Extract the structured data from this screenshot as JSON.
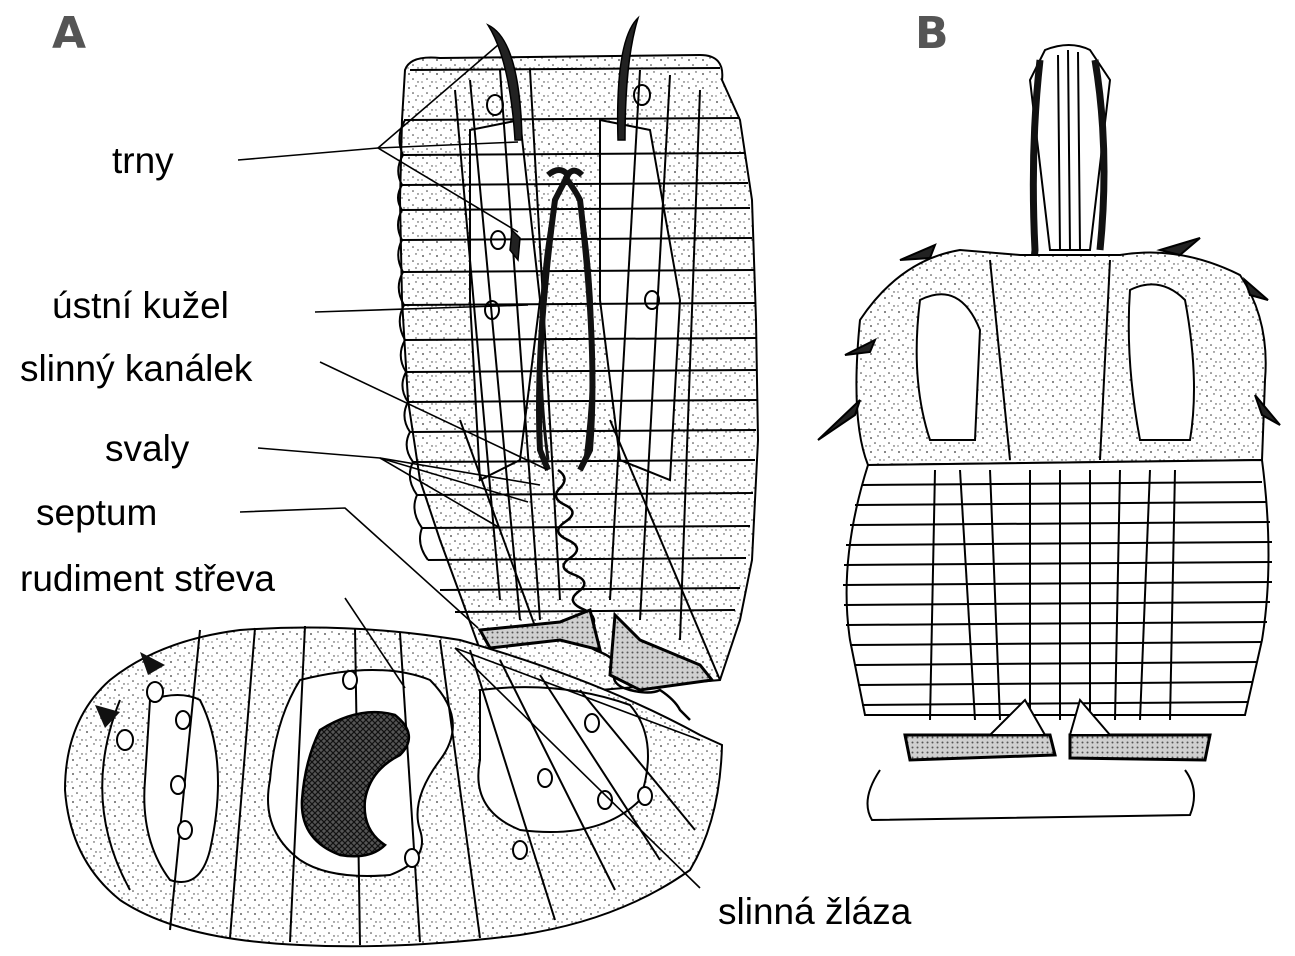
{
  "panels": {
    "a": "A",
    "b": "B"
  },
  "labels": {
    "trny": "trny",
    "ustni_kuzel": "ústní kužel",
    "slinny_kanalek": "slinný kanálek",
    "svaly": "svaly",
    "septum": "septum",
    "rudiment_streva": "rudiment střeva",
    "slinna_zlaza": "slinná žláza"
  },
  "colors": {
    "ink": "#000000",
    "dark_fill": "#222222",
    "stipple_fill": "#bdbdbd",
    "background": "#ffffff",
    "panel_letter": "#555555"
  }
}
